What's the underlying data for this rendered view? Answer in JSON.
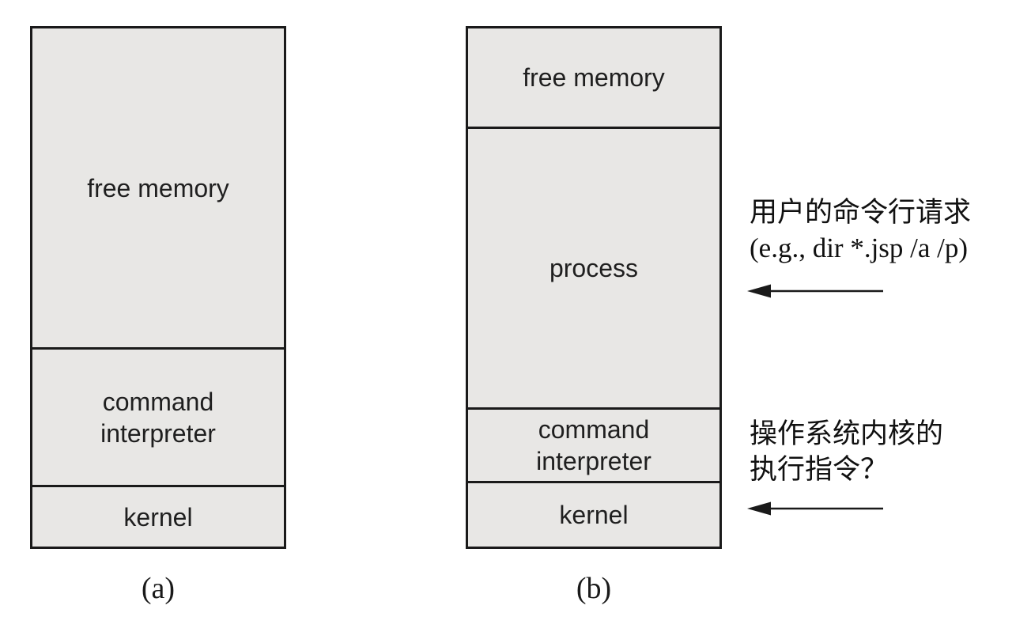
{
  "diagram": {
    "box_a": {
      "caption": "(a)",
      "sections": [
        {
          "label": "free memory"
        },
        {
          "label": "command\ninterpreter"
        },
        {
          "label": "kernel"
        }
      ]
    },
    "box_b": {
      "caption": "(b)",
      "sections": [
        {
          "label": "free memory"
        },
        {
          "label": "process"
        },
        {
          "label": "command\ninterpreter"
        },
        {
          "label": "kernel"
        }
      ]
    }
  },
  "annotations": [
    {
      "line1": "用户的命令行请求",
      "line2": "(e.g., dir *.jsp /a /p)"
    },
    {
      "line1": "操作系统内核的",
      "line2": "执行指令？"
    }
  ],
  "colors": {
    "box_fill": "#e8e7e5",
    "line": "#1a1a1a"
  }
}
